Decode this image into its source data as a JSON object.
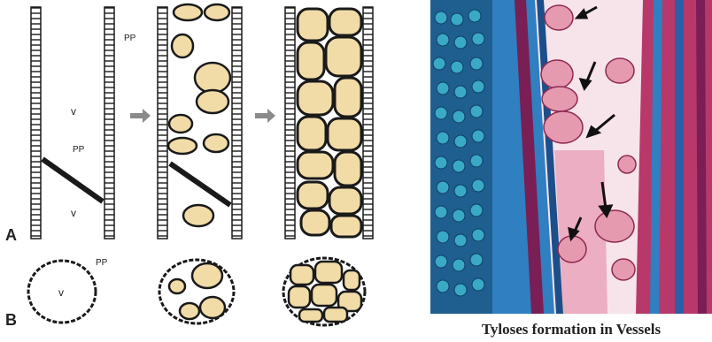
{
  "caption": "Tyloses formation in Vessels",
  "panel_labels": {
    "a": "A",
    "b": "B"
  },
  "diagram_labels": {
    "vessel_lumen": "v",
    "pit_pair": "PP"
  },
  "colors": {
    "tylose_fill": "#f1dca8",
    "wall_ink": "#1a1a1a",
    "micro_background": "#f7e4ea",
    "micro_blue": "#2f7fc1",
    "micro_magenta": "#b8386a"
  },
  "icons": {
    "arrow": "right-arrow-icon",
    "pointer": "pointer-arrow-icon"
  }
}
